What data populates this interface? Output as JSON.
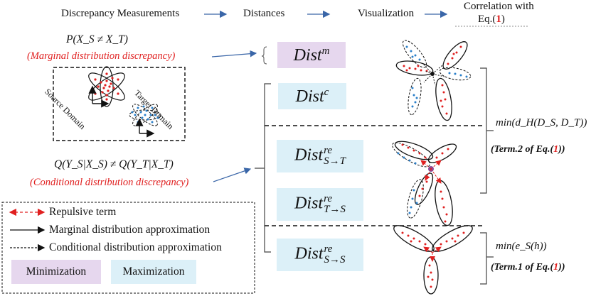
{
  "header": {
    "step1": "Discrepancy Measurements",
    "step2": "Distances",
    "step3": "Visualization",
    "step4_line1": "Correlation with",
    "step4_line2_pre": "Eq.(",
    "step4_line2_num": "1",
    "step4_line2_post": ")"
  },
  "marginal": {
    "formula": "P(X_S ≠ X_T)",
    "label": "(Marginal distribution discrepancy)"
  },
  "domains": {
    "source": "Source Domain",
    "target": "Target Domain"
  },
  "conditional": {
    "formula": "Q(Y_S|X_S) ≠ Q(Y_T|X_T)",
    "label": "(Conditional distribution discrepancy)"
  },
  "distances": {
    "dm": {
      "base": "Dist",
      "sup": "m"
    },
    "dc": {
      "base": "Dist",
      "sup": "c"
    },
    "d_st": {
      "base": "Dist",
      "sup": "re",
      "sub": "S→T"
    },
    "d_ts": {
      "base": "Dist",
      "sup": "re",
      "sub": "T→S"
    },
    "d_ss": {
      "base": "Dist",
      "sup": "re",
      "sub": "S→S"
    }
  },
  "correlation": {
    "upper": "min(d_H(D_S, D_T))",
    "upper_term_pre": "(Term.2 of  Eq.(",
    "upper_term_num": "1",
    "upper_term_post": "))",
    "lower": "min(e_S(h))",
    "lower_term_pre": "(Term.1 of  Eq.(",
    "lower_term_num": "1",
    "lower_term_post": "))"
  },
  "legend": {
    "repulsive": "Repulsive term",
    "marginal_approx": "Marginal distribution approximation",
    "conditional_approx": "Conditional distribution approximation",
    "minimization": "Minimization",
    "maximization": "Maximization"
  },
  "colors": {
    "source": "#e02020",
    "target": "#2a7fc9",
    "minimization": "#e6d7ee",
    "maximization": "#dcf0f8",
    "arrow": "#3a66a8"
  }
}
